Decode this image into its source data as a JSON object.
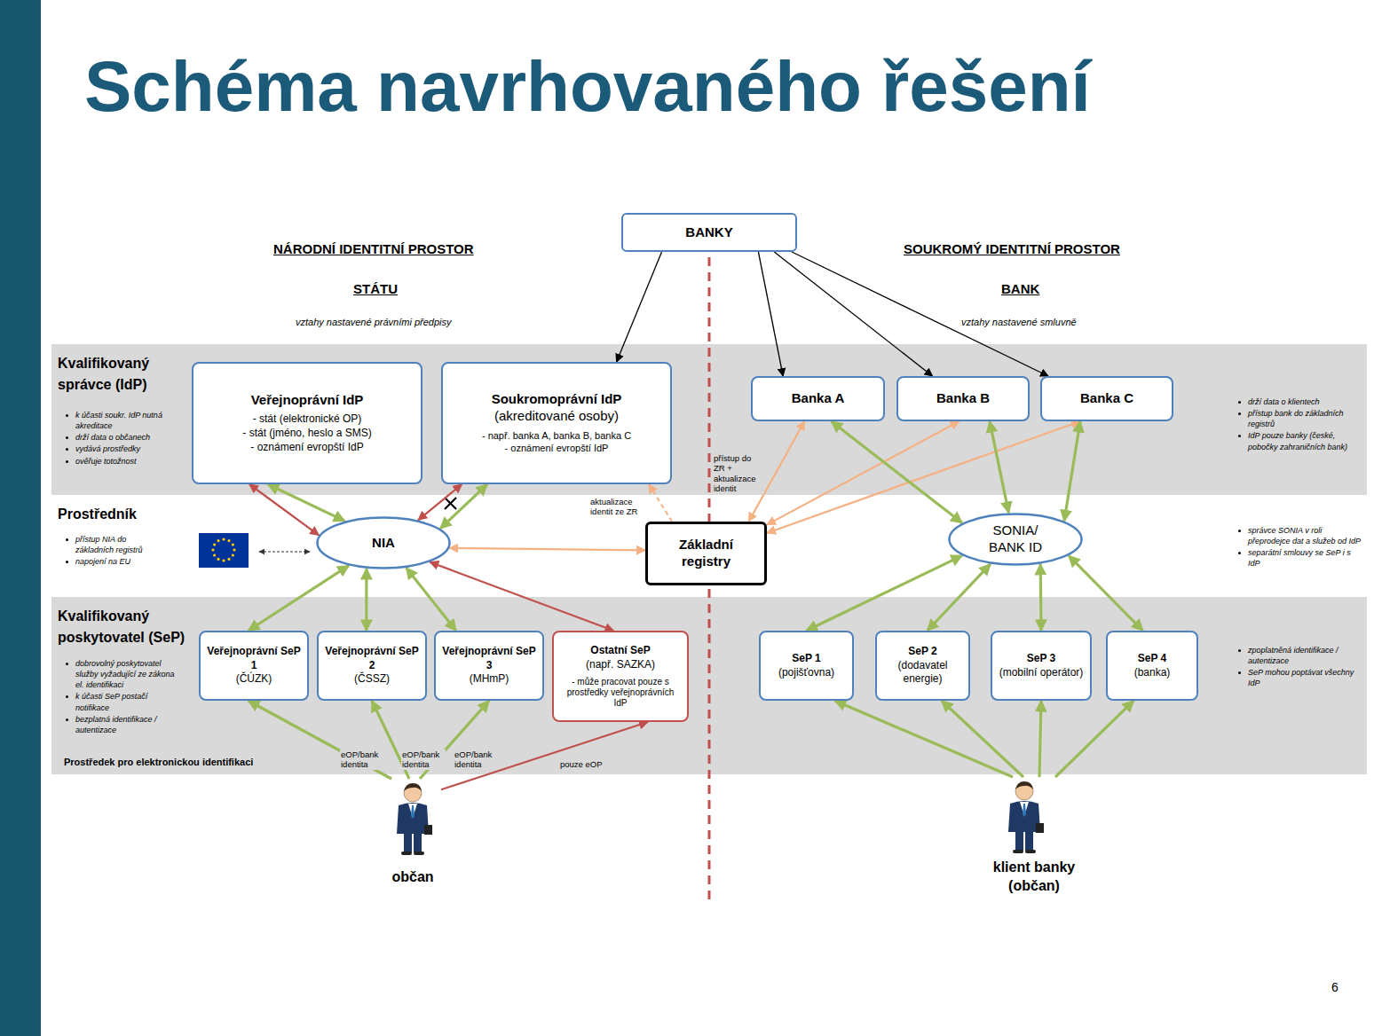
{
  "diagram": {
    "title": "Schéma navrhovaného řešení",
    "nodes": [
      {
        "text": [
          "BANKY"
        ]
      },
      {
        "text": [
          "Kvalifikovaný správce (IdP)",
          "k účasti soukr. IdP nutná akreditace",
          "drží data o občanech",
          "vydává prostředky",
          "ověřuje totožnost",
          "drží data o klientech",
          "přístup bank do základních registrů",
          "IdP pouze banky (české, pobočky zahraničních bank)"
        ]
      },
      {
        "text": [
          "Veřejnoprávní IdP",
          "- stát (elektronické OP)",
          "- stát (jméno, heslo a SMS)",
          "- oznámení evropští IdP"
        ],
        "in": 1
      },
      {
        "text": [
          "Soukromoprávní IdP",
          "(akreditované osoby)",
          "- např. banka A, banka B, banka C",
          "- oznámení evropští IdP"
        ],
        "in": 1
      },
      {
        "text": [
          "Banka A"
        ],
        "in": 1
      },
      {
        "text": [
          "Banka B"
        ],
        "in": 1
      },
      {
        "text": [
          "Banka C"
        ],
        "in": 1
      },
      {
        "text": [
          "NIA"
        ]
      },
      {
        "text": [
          "Základní registry"
        ]
      },
      {
        "text": [
          "SONIA/ BANK ID"
        ]
      },
      {
        "text": [
          "Kvalifikovaný poskytovatel (SeP)",
          "dobrovolný poskytovatel služby vyžadující ze zákona el. identifikaci",
          "k účasti SeP postačí notifikace",
          "bezplatná identifikace / autentizace",
          "Prostředek pro elektronickou identifikaci",
          "zpoplatněná identifikace / autentizace",
          "SeP mohou poptávat všechny IdP"
        ]
      },
      {
        "text": [
          "Veřejnoprávní SeP 1",
          "(ČÚZK)"
        ],
        "in": 10
      },
      {
        "text": [
          "Veřejnoprávní SeP 2",
          "(ČSSZ)"
        ],
        "in": 10
      },
      {
        "text": [
          "Veřejnoprávní SeP 3",
          "(MHmP)"
        ],
        "in": 10
      },
      {
        "text": [
          "Ostatní SeP",
          "(např. SAZKA)",
          "- může pracovat pouze s prostředky veřejnoprávních IdP"
        ],
        "in": 10
      },
      {
        "text": [
          "SeP 1",
          "(pojišťovna)"
        ],
        "in": 10
      },
      {
        "text": [
          "SeP 2",
          "(dodavatel energie)"
        ],
        "in": 10
      },
      {
        "text": [
          "SeP 3",
          "(mobilní operátor)"
        ],
        "in": 10
      },
      {
        "text": [
          "SeP 4",
          "(banka)"
        ],
        "in": 10
      },
      {
        "text": [
          "občan"
        ]
      },
      {
        "text": [
          "klient banky (občan)"
        ]
      }
    ],
    "edges": [
      {
        "from": 0,
        "to": 3,
        "arrow": "to"
      },
      {
        "from": 0,
        "to": 4,
        "arrow": "to"
      },
      {
        "from": 0,
        "to": 5,
        "arrow": "to"
      },
      {
        "from": 0,
        "to": 6,
        "arrow": "to"
      },
      {
        "from": 2,
        "to": 7,
        "arrow": "both"
      },
      {
        "from": 2,
        "to": 7,
        "arrow": "both"
      },
      {
        "from": 3,
        "to": 7,
        "arrow": "both"
      },
      {
        "from": 3,
        "to": 7,
        "arrow": "both"
      },
      {
        "from": 8,
        "to": 3,
        "label": "aktualizace identit ze ZR",
        "arrow": "to"
      },
      {
        "from": 7,
        "to": 8,
        "arrow": "both"
      },
      {
        "from": 8,
        "to": 4,
        "label": "přístup do ZR + aktualizace identit",
        "arrow": "both"
      },
      {
        "from": 8,
        "to": 5,
        "arrow": "both"
      },
      {
        "from": 8,
        "to": 6,
        "arrow": "both"
      },
      {
        "from": 4,
        "to": 9,
        "arrow": "both"
      },
      {
        "from": 5,
        "to": 9,
        "arrow": "both"
      },
      {
        "from": 6,
        "to": 9,
        "arrow": "both"
      },
      {
        "from": 7,
        "to": 11,
        "arrow": "both"
      },
      {
        "from": 7,
        "to": 12,
        "arrow": "both"
      },
      {
        "from": 7,
        "to": 13,
        "arrow": "both"
      },
      {
        "from": 7,
        "to": 14,
        "arrow": "both"
      },
      {
        "from": 9,
        "to": 15,
        "arrow": "both"
      },
      {
        "from": 9,
        "to": 16,
        "arrow": "both"
      },
      {
        "from": 9,
        "to": 17,
        "arrow": "both"
      },
      {
        "from": 9,
        "to": 18,
        "arrow": "both"
      },
      {
        "from": 19,
        "to": 11,
        "label": "eOP/bank identita",
        "arrow": "to"
      },
      {
        "from": 19,
        "to": 12,
        "label": "eOP/bank identita",
        "arrow": "to"
      },
      {
        "from": 19,
        "to": 13,
        "label": "eOP/bank identita",
        "arrow": "to"
      },
      {
        "from": 19,
        "to": 14,
        "label": "pouze eOP",
        "arrow": "to"
      },
      {
        "from": 20,
        "to": 15,
        "arrow": "to"
      },
      {
        "from": 20,
        "to": 16,
        "arrow": "to"
      },
      {
        "from": 20,
        "to": 17,
        "arrow": "to"
      },
      {
        "from": 20,
        "to": 18,
        "arrow": "to"
      }
    ],
    "labels": [
      "NÁRODNÍ IDENTITNÍ PROSTOR",
      "STÁTU",
      "vztahy nastavené právními předpisy",
      "SOUKROMÝ IDENTITNÍ PROSTOR",
      "BANK",
      "vztahy nastavené smluvně",
      "Prostředník",
      "přístup NIA do základních registrů",
      "napojení na EU",
      "správce SONIA v roli přeprodejce dat a služeb od IdP",
      "separátní smlouvy se SeP i s IdP",
      "6"
    ]
  }
}
